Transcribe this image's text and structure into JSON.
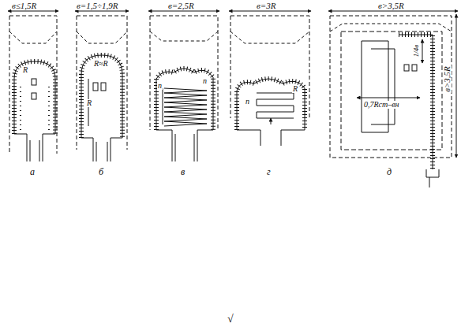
{
  "diagram": {
    "labels": [
      "в≤1,5R",
      "в=1,5÷1,9R",
      "в=2,5R",
      "в=3R",
      "в>3,5R",
      "в>3,5R",
      "R",
      "R≈R",
      "n",
      "R",
      "n",
      "R",
      "n",
      "0,7Rст–вн",
      "1/4в",
      "а",
      "б",
      "в",
      "г",
      "д",
      "√"
    ]
  }
}
